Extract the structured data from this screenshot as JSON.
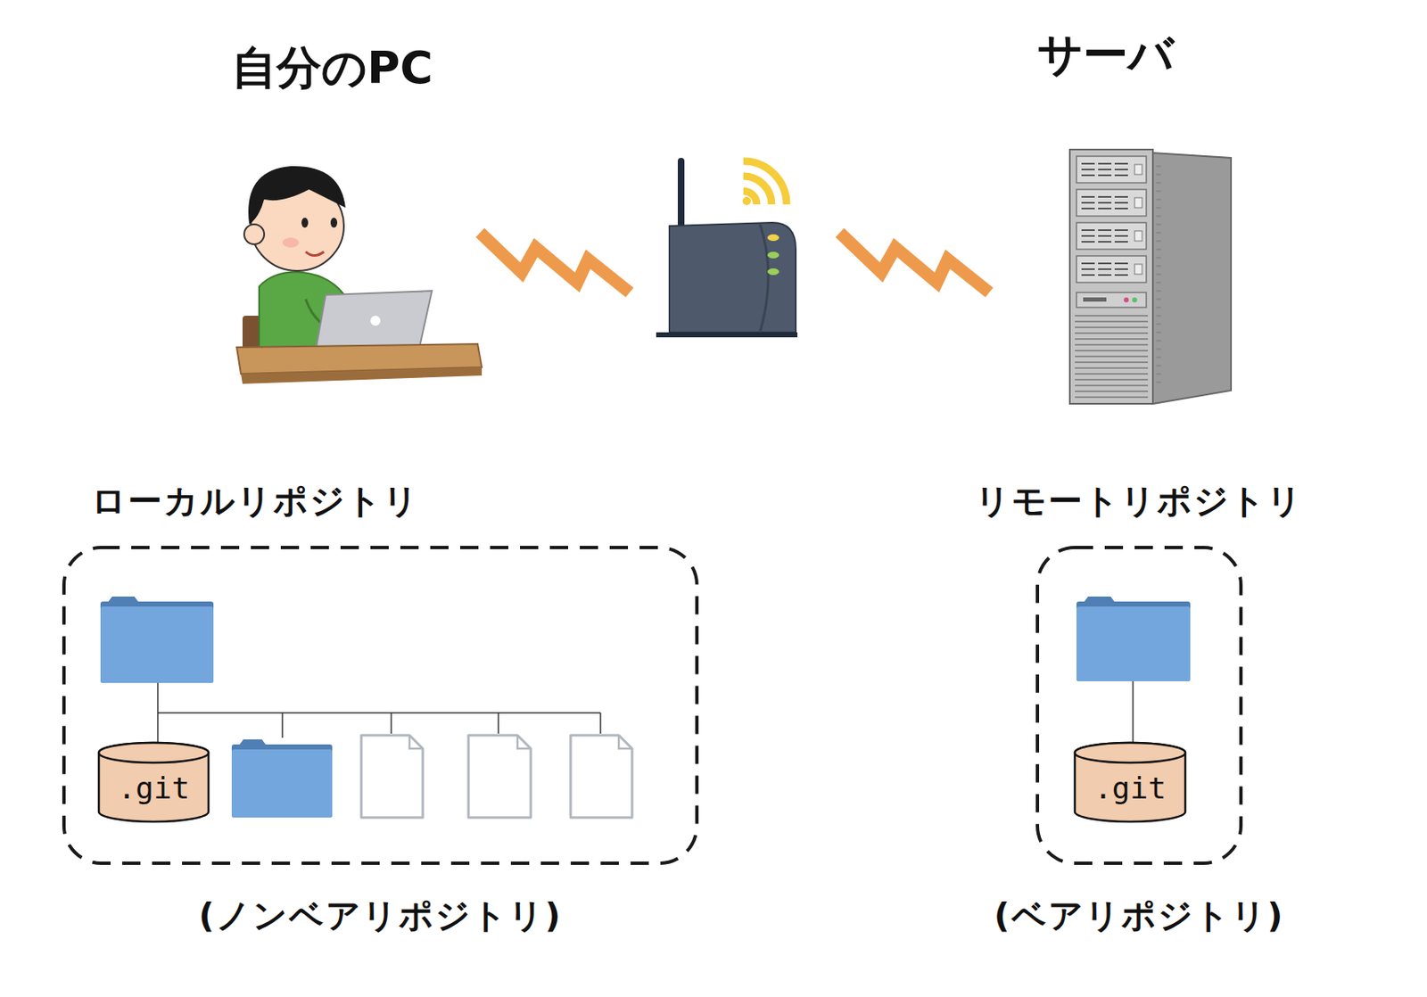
{
  "diagram": {
    "nodes": [
      {
        "text": [
          "ローカルリポジトリ",
          "(ノンベアリポジトリ)"
        ]
      },
      {
        "text": [
          ".git"
        ],
        "in": 0
      },
      {
        "text": [
          "リモートリポジトリ",
          "(ベアリポジトリ)"
        ]
      },
      {
        "text": [
          ".git"
        ],
        "in": 2
      }
    ],
    "labels": [
      "自分のPC",
      "サーバ"
    ]
  }
}
